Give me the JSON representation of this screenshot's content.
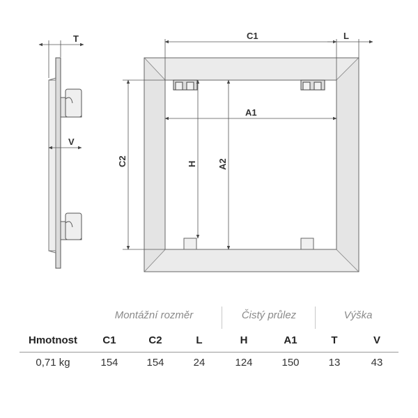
{
  "diagram": {
    "labels": {
      "T": "T",
      "L": "L",
      "C1": "C1",
      "C2": "C2",
      "A1": "A1",
      "A2": "A2",
      "H": "H",
      "V": "V"
    },
    "colors": {
      "line": "#555555",
      "frame_fill": "#e9e9e9",
      "frame_edge": "#6e6e6e",
      "hinge_fill": "#dddddd"
    }
  },
  "table": {
    "groups": {
      "mount": "Montážní rozměr",
      "clear": "Čistý průlez",
      "height": "Výška"
    },
    "headers": {
      "weight": "Hmotnost",
      "c1": "C1",
      "c2": "C2",
      "l": "L",
      "h": "H",
      "a1": "A1",
      "t": "T",
      "v": "V"
    },
    "row": {
      "weight": "0,71 kg",
      "c1": "154",
      "c2": "154",
      "l": "24",
      "h": "124",
      "a1": "150",
      "t": "13",
      "v": "43"
    }
  }
}
